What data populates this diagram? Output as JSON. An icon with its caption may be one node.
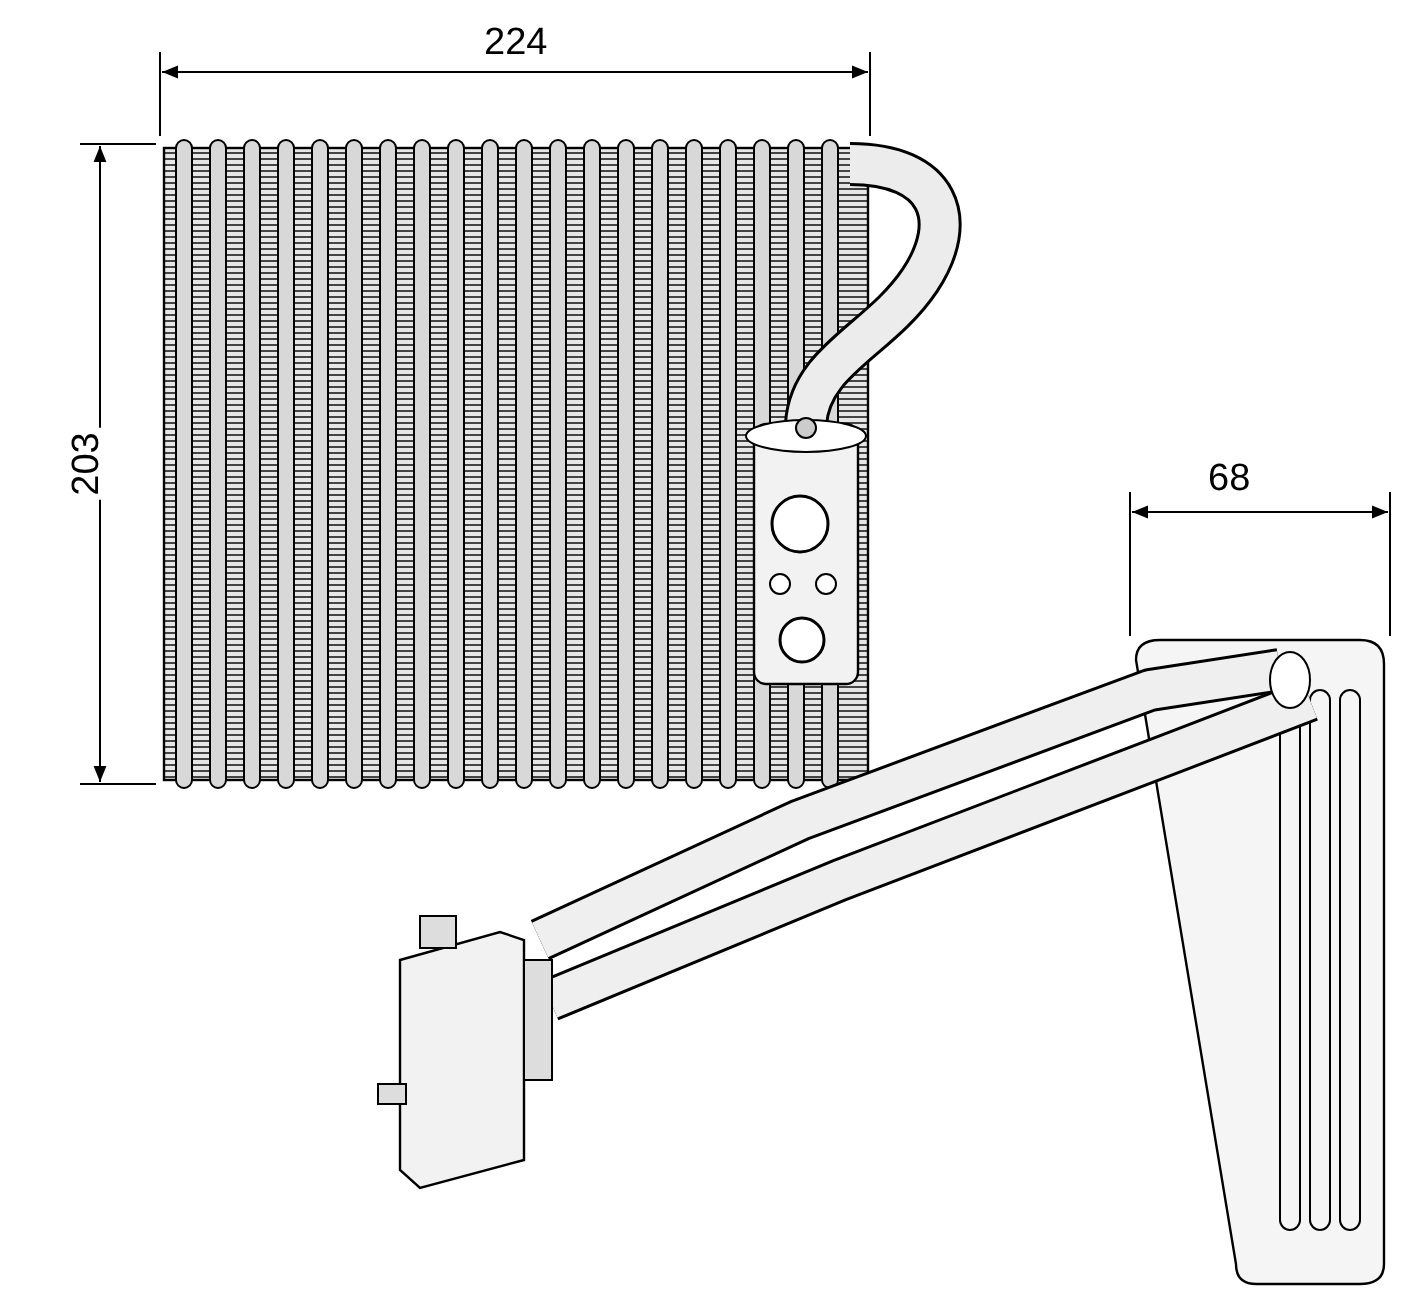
{
  "diagram": {
    "labels": [
      "224",
      "203",
      "68"
    ]
  }
}
